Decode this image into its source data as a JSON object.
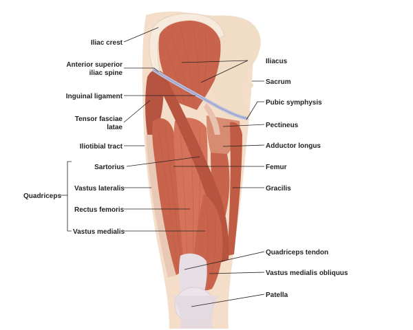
{
  "labels": {
    "iliac_crest": "Iliac crest",
    "asis_line1": "Anterior superior",
    "asis_line2": "iliac spine",
    "inguinal_ligament": "Inguinal ligament",
    "tfl_line1": "Tensor fasciae",
    "tfl_line2": "latae",
    "iliotibial_tract": "Iliotibial tract",
    "sartorius": "Sartorius",
    "quadriceps": "Quadriceps",
    "vastus_lateralis": "Vastus lateralis",
    "rectus_femoris": "Rectus femoris",
    "vastus_medialis": "Vastus medialis",
    "iliacus": "Iliacus",
    "sacrum": "Sacrum",
    "pubic_symphysis": "Pubic symphysis",
    "pectineus": "Pectineus",
    "adductor_longus": "Adductor longus",
    "femur": "Femur",
    "gracilis": "Gracilis",
    "quadriceps_tendon": "Quadriceps tendon",
    "vastus_medialis_obliquus": "Vastus medialis obliquus",
    "patella": "Patella"
  },
  "colors": {
    "muscle": "#c8644c",
    "muscle_dark": "#a9452f",
    "muscle_light": "#dd8a6f",
    "bone": "#f1dcc6",
    "skin": "#f4ddc9",
    "tendon": "#e7dde4",
    "ligament": "#b9bfdc",
    "label": "#231f20"
  }
}
